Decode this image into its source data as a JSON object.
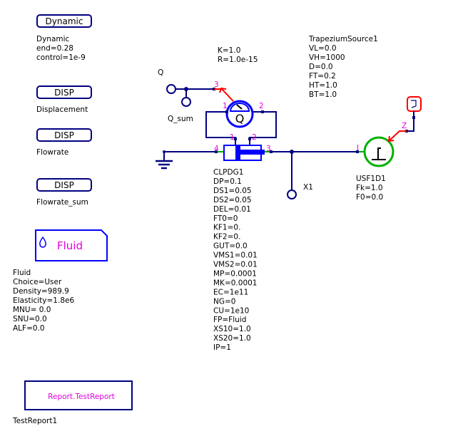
{
  "colors": {
    "wire": "#000080",
    "port_label": "#e000e0",
    "signal": "#ff0000",
    "green": "#00b000",
    "blue": "#0000ff"
  },
  "dynamic": {
    "button": "Dynamic",
    "lines": [
      "Dynamic",
      "end=0.28",
      "control=1e-9"
    ]
  },
  "disp_buttons": [
    {
      "button": "DISP",
      "label": "Displacement"
    },
    {
      "button": "DISP",
      "label": "Flowrate"
    },
    {
      "button": "DISP",
      "label": "Flowrate_sum"
    }
  ],
  "fluid": {
    "icon": "drop-icon",
    "title": "Fluid",
    "lines": [
      "Fluid",
      "Choice=User",
      "Density=989.9",
      "Elasticity=1.8e6",
      "MNU= 0.0",
      "SNU=0.0",
      "ALF=0.0"
    ]
  },
  "report": {
    "title": "Report.TestReport",
    "label": "TestReport1"
  },
  "sensor_params": [
    "K=1.0",
    "R=1.0e-15"
  ],
  "trapezium": [
    "TrapeziumSource1",
    "VL=0.0",
    "VH=1000",
    "D=0.0",
    "FT=0.2",
    "HT=1.0",
    "BT=1.0"
  ],
  "q": {
    "label": "Q",
    "sum_label": "Q_sum",
    "sensor_glyph": "Q"
  },
  "ports": {
    "p3_sensor": "3",
    "p1_sensor": "1",
    "p2_sensor": "2",
    "p1_cyl": "1",
    "p2_cyl": "2",
    "p4_cyl": "4",
    "p3_cyl": "3",
    "usf_i": "I",
    "usf_z": "Z"
  },
  "x1_label": "X1",
  "usf": [
    "USF1D1",
    "Fk=1.0",
    "F0=0.0"
  ],
  "clpdg": [
    "CLPDG1",
    "DP=0.1",
    "DS1=0.05",
    "DS2=0.05",
    "DEL=0.01",
    "FT0=0",
    "KF1=0.",
    "KF2=0.",
    "GUT=0.0",
    "VMS1=0.01",
    "VMS2=0.01",
    "MP=0.0001",
    "MK=0.0001",
    "EC=1e11",
    "NG=0",
    "CU=1e10",
    "FP=Fluid",
    "XS10=1.0",
    "XS20=1.0",
    "IP=1"
  ]
}
